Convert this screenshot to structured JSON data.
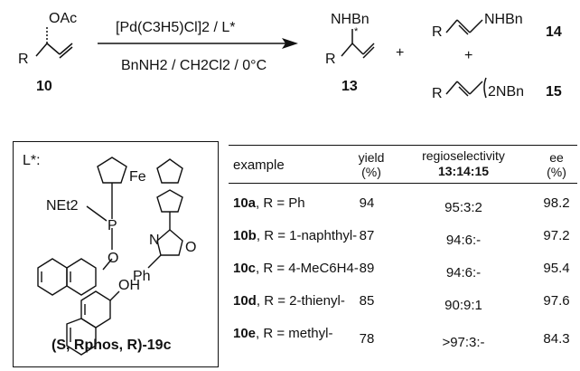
{
  "scheme": {
    "substrate_group": "OAc",
    "substrate_r": "R",
    "substrate_number": "10",
    "catalyst": "[Pd(C3H5)Cl]2 / L*",
    "conditions": "BnNH2 / CH2Cl2 / 0°C",
    "product_13_group": "NHBn",
    "product_13_r": "R",
    "product_13_number": "13",
    "plus1": "+",
    "plus2": "+",
    "product_14_r": "R",
    "product_14_group": "NHBn",
    "product_14_number": "14",
    "product_15_r": "R",
    "product_15_group": "2NBn",
    "product_15_number": "15"
  },
  "ligand": {
    "title": "L*:",
    "fe_label": "Fe",
    "net2_label": "NEt2",
    "p_label": "P",
    "o_label": "O",
    "oh_label": "OH",
    "n_label": "N",
    "ring_o_label": "O",
    "ph_label": "Ph",
    "name": "(S, Rphos, R)-19c"
  },
  "table": {
    "headers": {
      "example": "example",
      "yield": "yield (%)",
      "regio": "regioselectivity",
      "regio_sub": "13:14:15",
      "ee": "ee (%)"
    },
    "rows": [
      {
        "example": "10a",
        "r": ", R = Ph",
        "yield": "94",
        "regio": "95:3:2",
        "ee": "98.2"
      },
      {
        "example": "10b",
        "r": ", R = 1-naphthyl-",
        "yield": "87",
        "regio": "94:6:-",
        "ee": "97.2"
      },
      {
        "example": "10c",
        "r": ", R = 4-MeC6H4-",
        "yield": "89",
        "regio": "94:6:-",
        "ee": "95.4"
      },
      {
        "example": "10d",
        "r": ", R = 2-thienyl-",
        "yield": "85",
        "regio": "90:9:1",
        "ee": "97.6"
      },
      {
        "example": "10e",
        "r": ", R = methyl-",
        "yield": "78",
        "regio": ">97:3:-",
        "ee": "84.3"
      }
    ]
  }
}
